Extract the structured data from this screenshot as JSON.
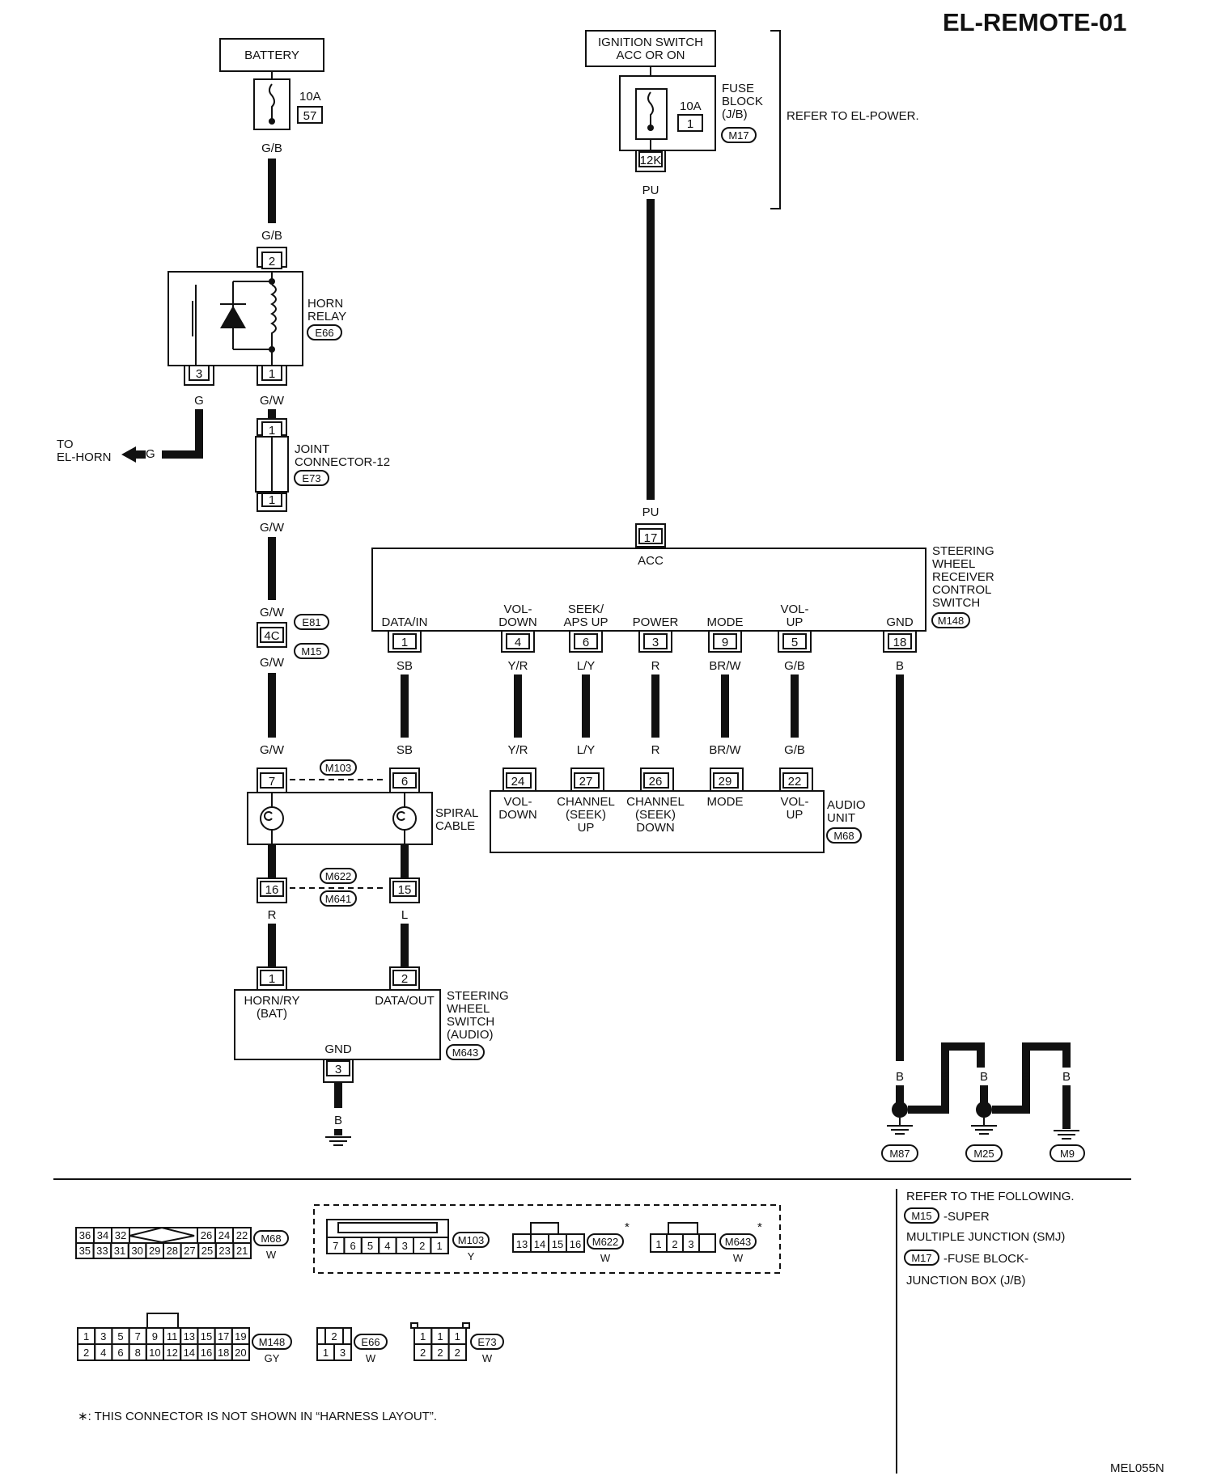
{
  "header": {
    "title": "EL-REMOTE-01",
    "footer_code": "MEL055N"
  },
  "power": {
    "battery": "BATTERY",
    "fuse1_amps": "10A",
    "fuse1_no": "57",
    "ign_line1": "IGNITION SWITCH",
    "ign_line2": "ACC OR ON",
    "fuse2_amps": "10A",
    "fuse2_no": "1",
    "fuse_block": [
      "FUSE",
      "BLOCK",
      "(J/B)"
    ],
    "fuse_block_conn": "M17",
    "fuse_term": "12K",
    "refer_power": "REFER TO EL-POWER."
  },
  "horn_relay": {
    "name": [
      "HORN",
      "RELAY"
    ],
    "conn": "E66",
    "pin_top": "2",
    "pin_left": "3",
    "pin_right": "1"
  },
  "to_horn": {
    "line1": "TO",
    "line2": "EL-HORN",
    "wire": "G"
  },
  "joint": {
    "name": [
      "JOINT",
      "CONNECTOR-12"
    ],
    "conn": "E73",
    "pin_top": "1",
    "pin_bottom": "1"
  },
  "smj": {
    "pin": "4C",
    "conn_top": "E81",
    "conn_bottom": "M15"
  },
  "wires": {
    "gb": "G/B",
    "pu": "PU",
    "g": "G",
    "gw": "G/W",
    "sb": "SB",
    "yr": "Y/R",
    "ly": "L/Y",
    "r": "R",
    "brw": "BR/W",
    "l": "L",
    "b": "B"
  },
  "receiver": {
    "name": [
      "STEERING",
      "WHEEL",
      "RECEIVER",
      "CONTROL",
      "SWITCH"
    ],
    "conn": "M148",
    "acc_pin": "17",
    "acc_label": "ACC",
    "pins": [
      {
        "label": [
          "DATA/IN"
        ],
        "pin": "1"
      },
      {
        "label": [
          "VOL-",
          "DOWN"
        ],
        "pin": "4"
      },
      {
        "label": [
          "SEEK/",
          "APS UP"
        ],
        "pin": "6"
      },
      {
        "label": [
          "POWER"
        ],
        "pin": "3"
      },
      {
        "label": [
          "MODE"
        ],
        "pin": "9"
      },
      {
        "label": [
          "VOL-",
          "UP"
        ],
        "pin": "5"
      },
      {
        "label": [
          "GND"
        ],
        "pin": "18"
      }
    ]
  },
  "audio": {
    "name": [
      "AUDIO",
      "UNIT"
    ],
    "conn": "M68",
    "pins": [
      {
        "pin": "24",
        "label": [
          "VOL-",
          "DOWN"
        ]
      },
      {
        "pin": "27",
        "label": [
          "CHANNEL",
          "(SEEK)",
          "UP"
        ]
      },
      {
        "pin": "26",
        "label": [
          "CHANNEL",
          "(SEEK)",
          "DOWN"
        ]
      },
      {
        "pin": "29",
        "label": [
          "MODE"
        ]
      },
      {
        "pin": "22",
        "label": [
          "VOL-",
          "UP"
        ]
      }
    ]
  },
  "spiral": {
    "name": [
      "SPIRAL",
      "CABLE"
    ],
    "conn_top": "M103",
    "pin_tl": "7",
    "pin_tr": "6",
    "conn_mid1": "M622",
    "conn_mid2": "M641",
    "pin_bl": "16",
    "pin_br": "15"
  },
  "sw_switch": {
    "name": [
      "STEERING",
      "WHEEL",
      "SWITCH",
      "(AUDIO)"
    ],
    "conn": "M643",
    "pin1": "1",
    "pin2": "2",
    "pin3": "3",
    "lbl1": [
      "HORN/RY",
      "(BAT)"
    ],
    "lbl2": "DATA/OUT",
    "lbl3": "GND"
  },
  "grounds": [
    "M87",
    "M25",
    "M9"
  ],
  "refer_following": {
    "line1": "REFER TO THE FOLLOWING.",
    "m15": "M15",
    "m15_desc1": "-SUPER",
    "m15_desc2": "MULTIPLE JUNCTION (SMJ)",
    "m17": "M17",
    "m17_desc1": "-FUSE BLOCK-",
    "m17_desc2": "JUNCTION BOX (J/B)"
  },
  "connectors": {
    "m68": {
      "name": "M68",
      "color": "W",
      "top": [
        "36",
        "34",
        "32",
        "26",
        "24",
        "22"
      ],
      "bottom": [
        "35",
        "33",
        "31",
        "30",
        "29",
        "28",
        "27",
        "25",
        "23",
        "21"
      ]
    },
    "m103": {
      "name": "M103",
      "color": "Y",
      "pins": [
        "7",
        "6",
        "5",
        "4",
        "3",
        "2",
        "1"
      ]
    },
    "m622": {
      "name": "M622",
      "color": "W",
      "pins": [
        "13",
        "14",
        "15",
        "16"
      ],
      "star": "*"
    },
    "m643": {
      "name": "M643",
      "color": "W",
      "pins": [
        "1",
        "2",
        "3"
      ],
      "star": "*"
    },
    "m148": {
      "name": "M148",
      "color": "GY",
      "top": [
        "1",
        "3",
        "5",
        "7",
        "9",
        "11",
        "13",
        "15",
        "17",
        "19"
      ],
      "bottom": [
        "2",
        "4",
        "6",
        "8",
        "10",
        "12",
        "14",
        "16",
        "18",
        "20"
      ]
    },
    "e66": {
      "name": "E66",
      "color": "W",
      "top": [
        "2"
      ],
      "bottom": [
        "1",
        "3"
      ]
    },
    "e73": {
      "name": "E73",
      "color": "W",
      "top": [
        "1",
        "1",
        "1"
      ],
      "bottom": [
        "2",
        "2",
        "2"
      ]
    }
  },
  "footnote": "∗: THIS CONNECTOR IS NOT SHOWN IN “HARNESS LAYOUT”."
}
